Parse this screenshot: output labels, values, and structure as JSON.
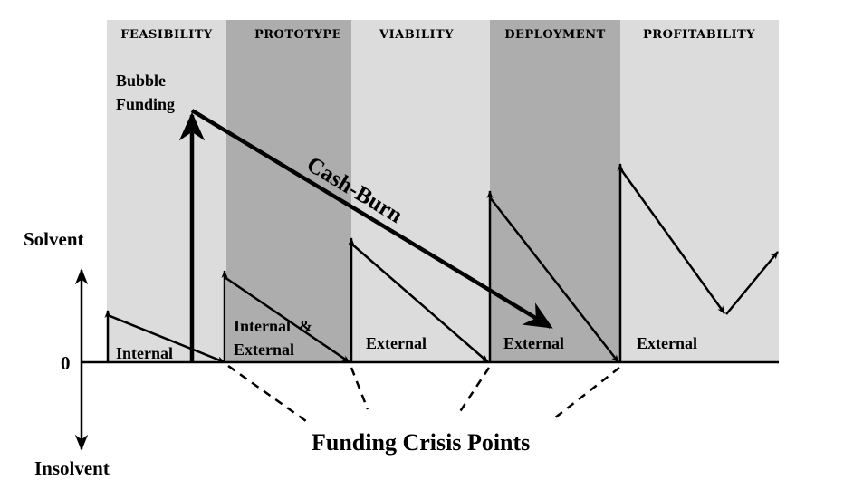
{
  "stages": [
    {
      "label": "FEASIBILITY",
      "color": "#dcdcdc"
    },
    {
      "label": "PROTOTYPE",
      "color": "#adadad"
    },
    {
      "label": "VIABILITY",
      "color": "#dcdcdc"
    },
    {
      "label": "DEPLOYMENT",
      "color": "#adadad"
    },
    {
      "label": "PROFITABILITY",
      "color": "#dcdcdc"
    }
  ],
  "axis": {
    "top_label": "Solvent",
    "zero_label": "0",
    "bottom_label": "Insolvent"
  },
  "annotations": {
    "bubble_funding_line1": "Bubble",
    "bubble_funding_line2": "Funding",
    "cash_burn": "Cash-Burn",
    "internal": "Internal",
    "internal_external_line1": "Internal  &",
    "internal_external_line2": "External",
    "external_viability": "External",
    "external_deployment": "External",
    "external_profitability": "External",
    "funding_crisis_points": "Funding Crisis Points"
  }
}
